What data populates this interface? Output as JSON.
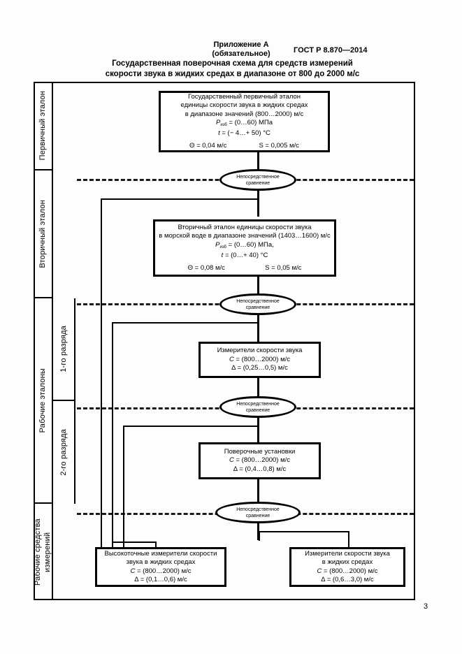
{
  "header": {
    "annex_line1": "Приложение А",
    "annex_line2": "(обязательное)",
    "gost": "ГОСТ Р 8.870—2014",
    "title_line1": "Государственная поверочная схема для средств измерений",
    "title_line2": "скорости звука в жидких средах в диапазоне от 800 до 2000 м/с",
    "page_number": "3"
  },
  "sidebar": {
    "levels": [
      {
        "label": "Первичный эталон"
      },
      {
        "label": "Вторичный эталон"
      },
      {
        "label": "Рабочие эталоны"
      },
      {
        "label": "Рабочие средства измерений"
      }
    ],
    "ranks": [
      {
        "label": "1-го разряда"
      },
      {
        "label": "2-го разряда"
      }
    ]
  },
  "boxes": {
    "primary": {
      "l1": "Государственный первичный эталон",
      "l2": "единицы скорости звука в жидких средах",
      "l3": "в диапазоне значений (800…2000) м/с",
      "l4_sym": "P",
      "l4_sub": "изб",
      "l4_val": " = (0…60) МПа",
      "l5_sym": "t",
      "l5_val": " = (− 4…+ 50) °С",
      "theta": "Θ = 0,04 м/с",
      "s": "S = 0,005 м/с"
    },
    "secondary": {
      "l1": "Вторичный эталон единицы скорости звука",
      "l2": "в морской воде в диапазоне значений (1403…1600) м/с",
      "l3_sym": "P",
      "l3_sub": "изб",
      "l3_val": " = (0…60) МПа,",
      "l4_sym": "t",
      "l4_val": " = (0…+ 40) °С",
      "theta": "Θ = 0,08 м/с",
      "s": "S = 0,05 м/с"
    },
    "rank1": {
      "l1": "Измерители скорости звука",
      "l2_sym": "C",
      "l2_val": " = (800…2000) м/с",
      "l3": "Δ = (0,25…0,5) м/с"
    },
    "rank2": {
      "l1": "Поверочные установки",
      "l2_sym": "C",
      "l2_val": " = (800…2000) м/с",
      "l3": "Δ = (0,4…0,8) м/с"
    },
    "work_left": {
      "l1": "Высокоточные измерители скорости",
      "l2": "звука в жидких средах",
      "l3_sym": "C",
      "l3_val": " = (800…2000) м/с",
      "l4": "Δ = (0,1…0,6) м/с"
    },
    "work_right": {
      "l1": "Измерители скорости звука",
      "l2": "в жидких средах",
      "l3_sym": "C",
      "l3_val": " = (800…2000) м/с",
      "l4": "Δ = (0,6…3,0) м/с"
    }
  },
  "ellipses": [
    {
      "l1": "Непосредственное",
      "l2": "сравнение"
    },
    {
      "l1": "Непосредственное",
      "l2": "сравнение"
    },
    {
      "l1": "Непосредственное",
      "l2": "сравнение"
    },
    {
      "l1": "Непосредственное",
      "l2": "сравнение"
    }
  ]
}
